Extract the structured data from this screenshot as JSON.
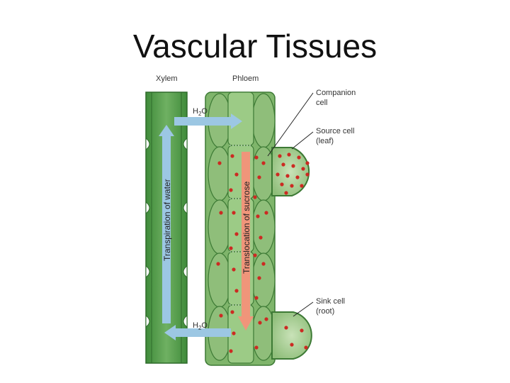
{
  "slide": {
    "title": "Vascular Tissues"
  },
  "diagram": {
    "labels": {
      "xylem": "Xylem",
      "phloem": "Phloem",
      "companion_line1": "Companion",
      "companion_line2": "cell",
      "source_line1": "Source cell",
      "source_line2": "(leaf)",
      "sink_line1": "Sink cell",
      "sink_line2": "(root)",
      "water_top": "H",
      "water_top_sub": "2",
      "water_top_end": "O",
      "water_bottom": "H",
      "water_bottom_sub": "2",
      "water_bottom_end": "O",
      "transpiration": "Transpiration of water",
      "translocation": "Translocation of sucrose"
    },
    "colors": {
      "xylem_dark": "#3f8b3a",
      "xylem_light": "#6fb062",
      "phloem_cell": "#8fbe7a",
      "phloem_edge": "#3d7a35",
      "sucrose_dot": "#cc2a22",
      "water_arrow": "#9cc7e3",
      "sucrose_arrow": "#f0957a"
    }
  }
}
